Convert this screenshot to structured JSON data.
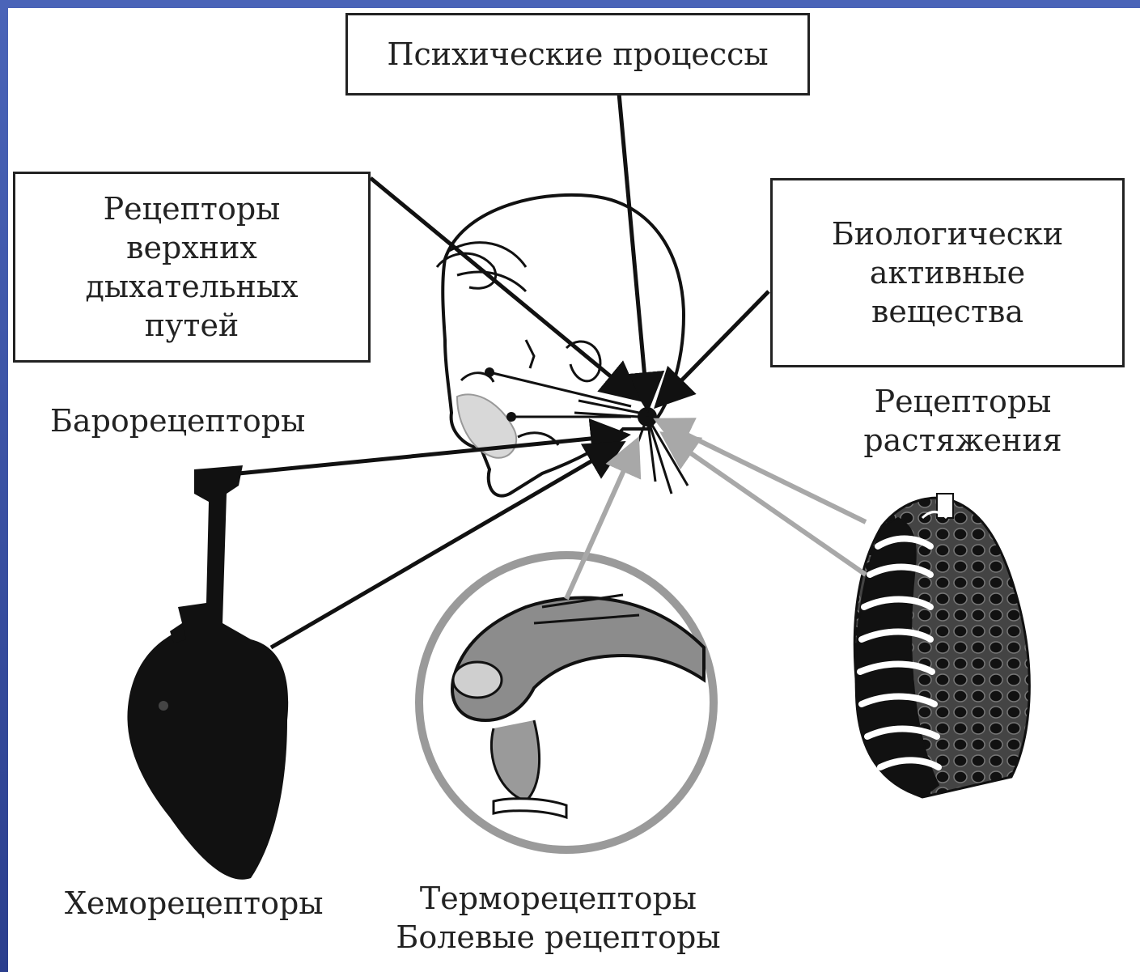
{
  "boxes": {
    "mental": "Психические процессы",
    "upper_airways": [
      "Рецепторы",
      "верхних",
      "дыхательных",
      "путей"
    ],
    "bioactive": [
      "Биологически",
      "активные",
      "вещества"
    ]
  },
  "labels": {
    "baroreceptors": "Барорецепторы",
    "stretch": [
      "Рецепторы",
      "растяжения"
    ],
    "chemoreceptors": "Хеморецепторы",
    "thermo": [
      "Терморецепторы",
      "Болевые рецепторы"
    ]
  },
  "colors": {
    "arrow_black": "#111111",
    "arrow_gray": "#a8a8a8",
    "frame_blue": "#3a52a8"
  }
}
